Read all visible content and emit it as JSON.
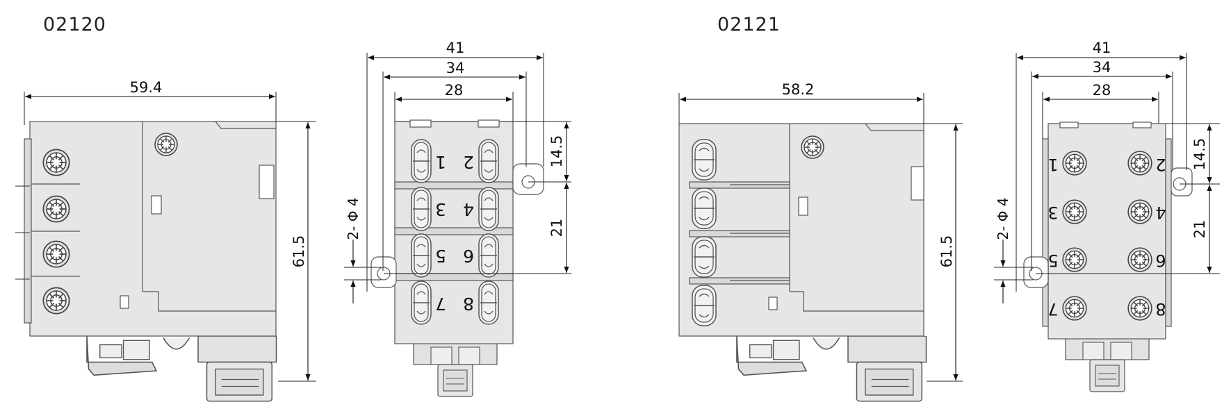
{
  "parts": [
    {
      "code": "02120"
    },
    {
      "code": "02121"
    }
  ],
  "dims": {
    "w594": "59.4",
    "w582": "58.2",
    "h615": "61.5",
    "w41": "41",
    "w34": "34",
    "w28": "28",
    "v145": "14.5",
    "v21": "21",
    "hole": "2- Φ 4"
  },
  "terminal_numbers": [
    "1",
    "2",
    "3",
    "4",
    "5",
    "6",
    "7",
    "8"
  ]
}
